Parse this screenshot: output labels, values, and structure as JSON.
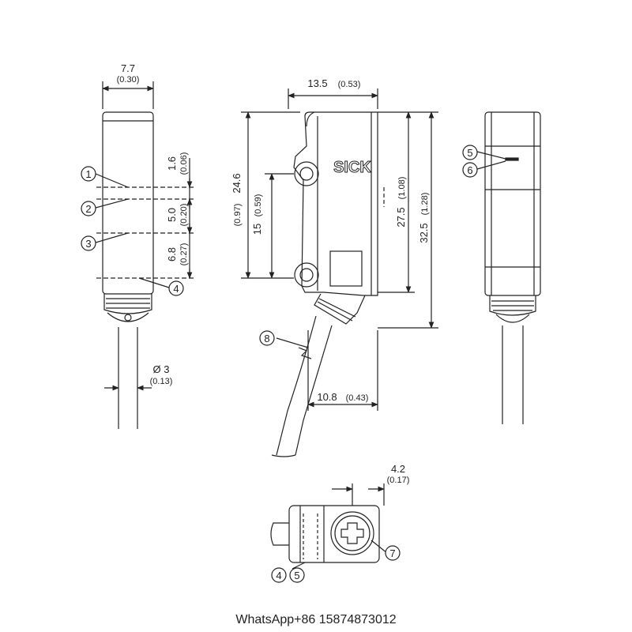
{
  "brand": "SICK",
  "colors": {
    "line": "#222222",
    "background": "#ffffff",
    "sheet": "#f4f4f4"
  },
  "dimensions": {
    "width_body": {
      "mm": "7.7",
      "in": "(0.30)"
    },
    "width_top": {
      "mm": "13.5",
      "in": "(0.53)"
    },
    "h_1_6": {
      "mm": "1.6",
      "in": "(0.06)"
    },
    "h_5_0": {
      "mm": "5.0",
      "in": "(0.20)"
    },
    "h_6_8": {
      "mm": "6.8",
      "in": "(0.27)"
    },
    "h_24_6": {
      "mm": "24.6",
      "in": "(0.97)"
    },
    "h_15": {
      "mm": "15",
      "in": "(0.59)"
    },
    "h_27_5": {
      "mm": "27.5",
      "in": "(1.08)"
    },
    "h_32_5": {
      "mm": "32.5",
      "in": "(1.28)"
    },
    "cable_dia": {
      "mm": "Ø 3",
      "in": "(0.13)"
    },
    "offset_10_8": {
      "mm": "10.8",
      "in": "(0.43)"
    },
    "offset_4_2": {
      "mm": "4.2",
      "in": "(0.17)"
    }
  },
  "callouts": [
    "1",
    "2",
    "3",
    "4",
    "5",
    "6",
    "7",
    "8"
  ],
  "footer": "WhatsApp+86 15874873012"
}
